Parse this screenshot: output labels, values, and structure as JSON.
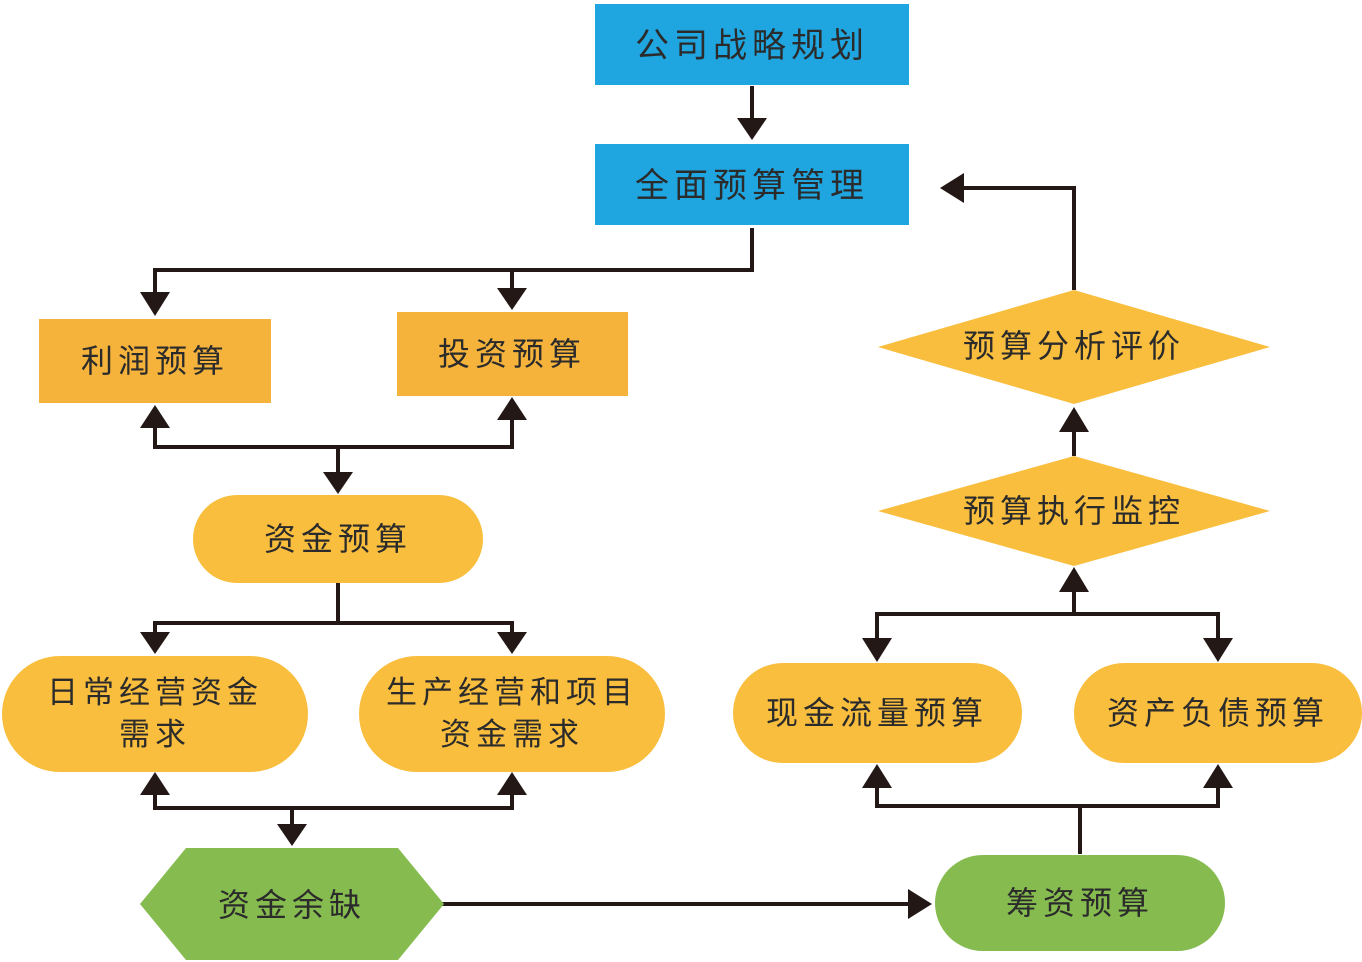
{
  "colors": {
    "blue_box": "#1fa6e1",
    "orange_box": "#f5b33c",
    "yellow_pill": "#f9be3d",
    "green_shape": "#85bb4f",
    "line": "#231815",
    "text": "#2b2b2b"
  },
  "nodes": {
    "strategy": "公司战略规划",
    "comprehensive_budget": "全面预算管理",
    "profit_budget": "利润预算",
    "investment_budget": "投资预算",
    "capital_budget": "资金预算",
    "daily_ops_line1": "日常经营资金",
    "daily_ops_line2": "需求",
    "production_line1": "生产经营和项目",
    "production_line2": "资金需求",
    "capital_gap": "资金余缺",
    "financing_budget": "筹资预算",
    "cash_flow_budget": "现金流量预算",
    "balance_sheet_budget": "资产负债预算",
    "execution_monitoring": "预算执行监控",
    "analysis_evaluation": "预算分析评价"
  }
}
